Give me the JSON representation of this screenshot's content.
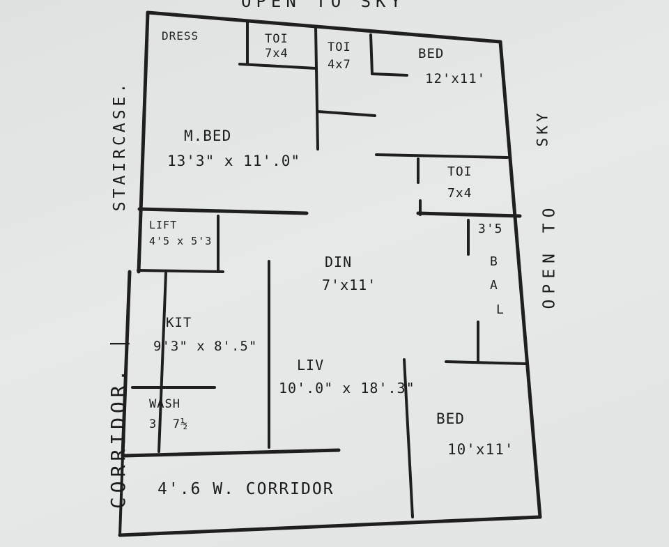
{
  "sides": {
    "top": "OPEN TO SKY",
    "right_upper": "SKY",
    "right_lower": "OPEN TO",
    "left_upper": "STAIRCASE.",
    "left_lower": "CORRIDOR. |"
  },
  "rooms": {
    "dress": {
      "name": "DRESS"
    },
    "toilet_master": {
      "name": "TOI",
      "size": "7x4"
    },
    "toilet_small": {
      "name": "TOI",
      "size": "4x7"
    },
    "bed_top": {
      "name": "BED",
      "size": "12'x11'"
    },
    "master_bed": {
      "name": "M.BED",
      "size": "13'3\" x 11'.0\""
    },
    "toilet_right": {
      "name": "TOI",
      "size": "7x4"
    },
    "lift": {
      "name": "LIFT",
      "size": "4'5 x 5'3"
    },
    "dining": {
      "name": "DIN",
      "size": "7'x11'"
    },
    "balcony": {
      "size": "3'5",
      "letters": [
        "B",
        "A",
        "L"
      ]
    },
    "kitchen": {
      "name": "KIT",
      "size": "9'3\" x 8'.5\""
    },
    "living": {
      "name": "LIV",
      "size": "10'.0\" x 18'.3\""
    },
    "wash": {
      "name": "WASH",
      "size": "3' 7½"
    },
    "bed_bottom": {
      "name": "BED",
      "size": "10'x11'"
    },
    "corridor": {
      "name": "4'.6 W. CORRIDOR"
    }
  },
  "colors": {
    "ink": "#1f1f1f",
    "paper": "#e3e6e5"
  }
}
